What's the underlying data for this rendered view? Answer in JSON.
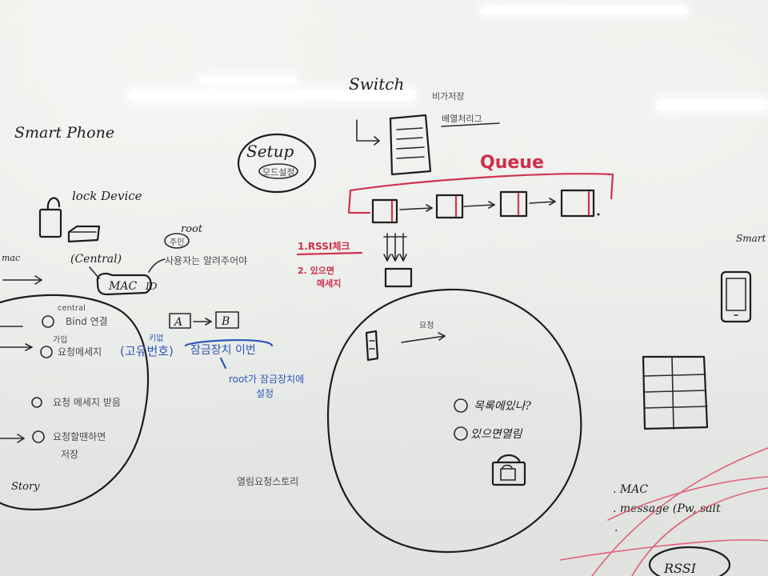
{
  "board": {
    "title_smartphone": "Smart Phone",
    "label_lock_device": "lock Device",
    "label_central": "(Central)",
    "label_mac": "MAC",
    "label_id": "ID",
    "label_root": "root",
    "label_root_kr": "주인",
    "label_user_check": "사용자는 알려주어야",
    "label_mac_left": "mac",
    "list_central_kr": "central",
    "list_item_1": "Bind 연결",
    "list_item_2_top": "가입",
    "list_item_2": "요청메세지",
    "list_item_3": "요청 메세지 받음",
    "list_item_4": "요청할땐하면",
    "list_item_4b": "저장",
    "label_story": "Story",
    "label_a": "A",
    "label_b": "B",
    "label_key_kr": "키없",
    "label_unique_num": "(고유번호)",
    "label_lock_kr": "잠금장치 이번",
    "label_root_note": "root가 잠금장치에",
    "label_root_note2": "설정",
    "label_open_story": "열림요청스토리",
    "label_setup": "Setup",
    "label_setup_kr": "모드설정",
    "label_switch": "Switch",
    "label_switch_note1": "비가저장",
    "label_switch_note2": "배열처리그",
    "label_queue": "Queue",
    "label_rssi_check": "1.RSSI체크",
    "label_rssi_2": "2. 있으면",
    "label_rssi_2b": "메세지",
    "label_request": "요청",
    "circle_item_1": "목록에있나?",
    "circle_item_2": "있으면열림",
    "label_smart_right": "Smart",
    "bullet_mac": ". MAC",
    "bullet_message": ". message (Pw, salt",
    "bullet_dot": ".",
    "label_rssi_bottom": "RSSI"
  },
  "colors": {
    "board": "#e9ebe8",
    "ink_black": "#1d1d1f",
    "ink_red": "#d0334f",
    "ink_blue": "#2e55b8",
    "ink_pink": "#e0607a"
  }
}
